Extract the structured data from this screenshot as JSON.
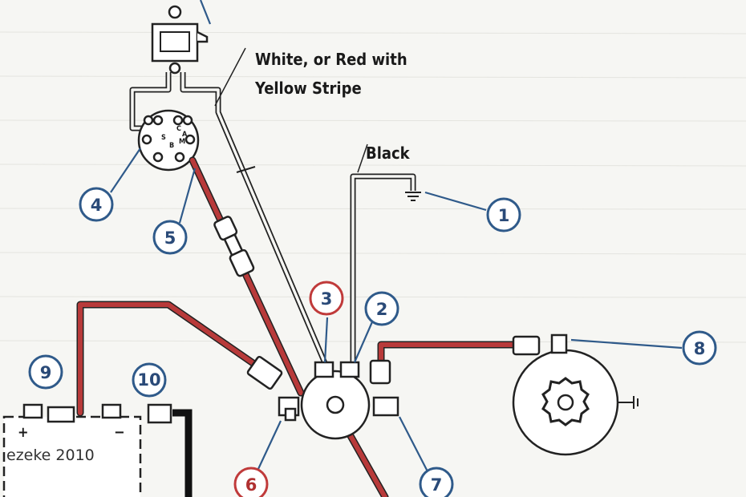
{
  "labels": {
    "white_red": "White, or Red with",
    "yellow_stripe": "Yellow Stripe",
    "black": "Black",
    "watermark": "ezeke 2010",
    "plus": "+",
    "minus": "−"
  },
  "switch_letters": {
    "c": "C",
    "a": "A",
    "s": "S",
    "m": "M",
    "b": "B"
  },
  "callouts": [
    {
      "id": "1",
      "text": "1"
    },
    {
      "id": "2",
      "text": "2"
    },
    {
      "id": "3",
      "text": "3"
    },
    {
      "id": "4",
      "text": "4"
    },
    {
      "id": "5",
      "text": "5"
    },
    {
      "id": "6",
      "text": "6"
    },
    {
      "id": "7",
      "text": "7"
    },
    {
      "id": "8",
      "text": "8"
    },
    {
      "id": "9",
      "text": "9"
    },
    {
      "id": "10",
      "text": "10"
    }
  ],
  "colors": {
    "red_wire": "#b83a3a",
    "callout_blue": "#2f5a8a",
    "callout_red": "#c03a3a"
  }
}
